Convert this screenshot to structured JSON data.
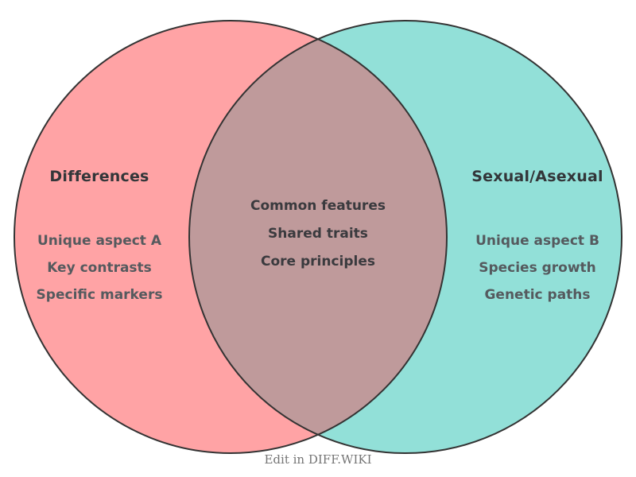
{
  "venn": {
    "left": {
      "title": "Differences",
      "items": [
        "Unique aspect A",
        "Key contrasts",
        "Specific markers"
      ]
    },
    "right": {
      "title": "Sexual/Asexual",
      "items": [
        "Unique aspect B",
        "Species growth",
        "Genetic paths"
      ]
    },
    "intersection": {
      "items": [
        "Common features",
        "Shared traits",
        "Core principles"
      ]
    },
    "caption": "Edit in DIFF.WIKI",
    "colors": {
      "left_fill": "#FFA3A5",
      "right_fill": "#92E0D8",
      "intersection_fill": "#BF9A9B",
      "outline": "#333333",
      "title_text": "#333639",
      "side_item_text": "#555A5E",
      "center_item_text": "#3A3A3E",
      "caption_text": "#757575"
    }
  }
}
